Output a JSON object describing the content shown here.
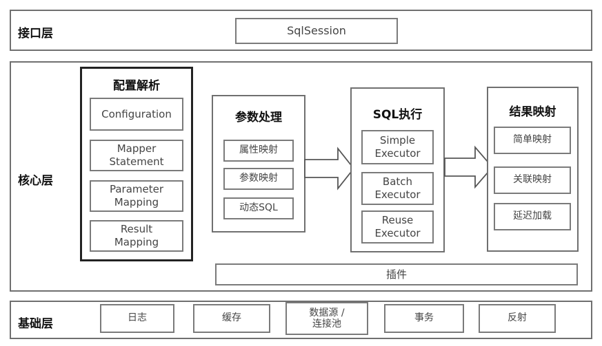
{
  "interface_layer": {
    "label": "接口层",
    "box": "SqlSession"
  },
  "core_layer": {
    "label": "核心层",
    "config_parsing": {
      "title": "配置解析",
      "items": [
        "Configuration",
        "Mapper\nStatement",
        "Parameter\nMapping",
        "Result\nMapping"
      ]
    },
    "param_handling": {
      "title": "参数处理",
      "items": [
        "属性映射",
        "参数映射",
        "动态SQL"
      ]
    },
    "sql_execution": {
      "title": "SQL执行",
      "items": [
        "Simple\nExecutor",
        "Batch\nExecutor",
        "Reuse\nExecutor"
      ]
    },
    "result_mapping": {
      "title": "结果映射",
      "items": [
        "简单映射",
        "关联映射",
        "延迟加载"
      ]
    },
    "plugin": "插件"
  },
  "base_layer": {
    "label": "基础层",
    "items": [
      "日志",
      "缓存",
      "数据源 /\n连接池",
      "事务",
      "反射"
    ]
  }
}
